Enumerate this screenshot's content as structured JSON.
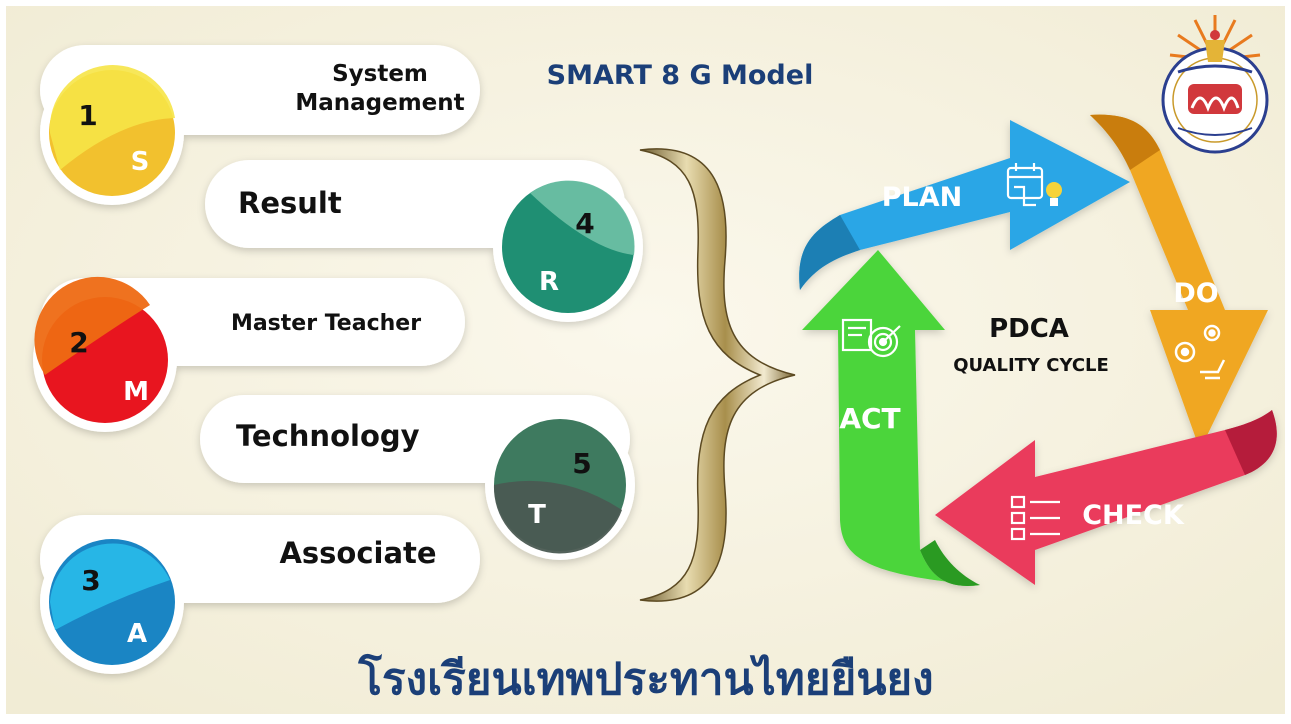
{
  "title": "SMART 8 G Model",
  "items": [
    {
      "number": "1",
      "letter": "S",
      "label_line1": "System",
      "label_line2": "Management"
    },
    {
      "number": "4",
      "letter": "R",
      "label": "Result"
    },
    {
      "number": "2",
      "letter": "M",
      "label": "Master Teacher"
    },
    {
      "number": "5",
      "letter": "T",
      "label": "Technology"
    },
    {
      "number": "3",
      "letter": "A",
      "label": "Associate"
    }
  ],
  "pdca": {
    "title": "PDCA",
    "subtitle": "QUALITY CYCLE",
    "plan": "PLAN",
    "do": "DO",
    "check": "CHECK",
    "act": "ACT"
  },
  "school_name": "โรงเรียนเทพประทานไทยยืนยง",
  "logo": {
    "icon": "school-emblem-icon"
  },
  "colors": {
    "background": "#f8f5e6",
    "title": "#1b3f78",
    "footer": "#1b3f78",
    "s": "#f2c12e",
    "r": "#3aa386",
    "m": "#e8351b",
    "t": "#3e6656",
    "a": "#1a8fd0",
    "plan": "#2aa6e6",
    "do": "#f0a722",
    "check": "#ea3a5b",
    "act": "#4bd53b",
    "brace": "#b89b55"
  }
}
